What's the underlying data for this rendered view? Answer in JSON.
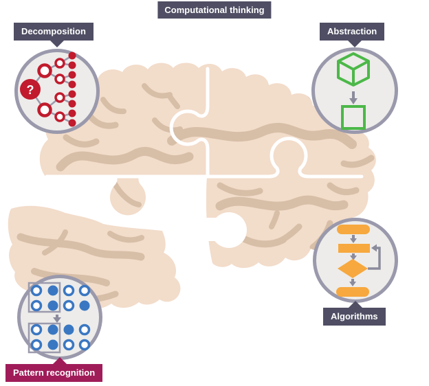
{
  "title": {
    "label": "Computational thinking"
  },
  "concepts": [
    {
      "id": "decomposition",
      "label": "Decomposition",
      "icon": "tree-diagram-icon",
      "badge": "?",
      "accent": "#c11b2d"
    },
    {
      "id": "abstraction",
      "label": "Abstraction",
      "icon": "cube-to-square-icon",
      "accent": "#4cb848"
    },
    {
      "id": "pattern-recognition",
      "label": "Pattern recognition",
      "icon": "dot-grid-pattern-icon",
      "accent": "#3a77c2"
    },
    {
      "id": "algorithms",
      "label": "Algorithms",
      "icon": "flowchart-icon",
      "accent": "#f7a83e"
    }
  ],
  "illustration": {
    "name": "brain-jigsaw-puzzle"
  },
  "colors": {
    "label-slate": "#4f4e64",
    "label-magenta": "#a01c59",
    "circle-fill": "#edecea",
    "circle-border": "#9a99ac",
    "brain-pink": "#f2dcca",
    "brain-fold": "#d7bea7",
    "icon-red": "#c11b2d",
    "icon-green": "#4cb848",
    "icon-blue": "#3a77c2",
    "icon-orange": "#f7a83e",
    "connector-gray": "#9b9aad",
    "arrow-gray": "#8b8b9c"
  }
}
